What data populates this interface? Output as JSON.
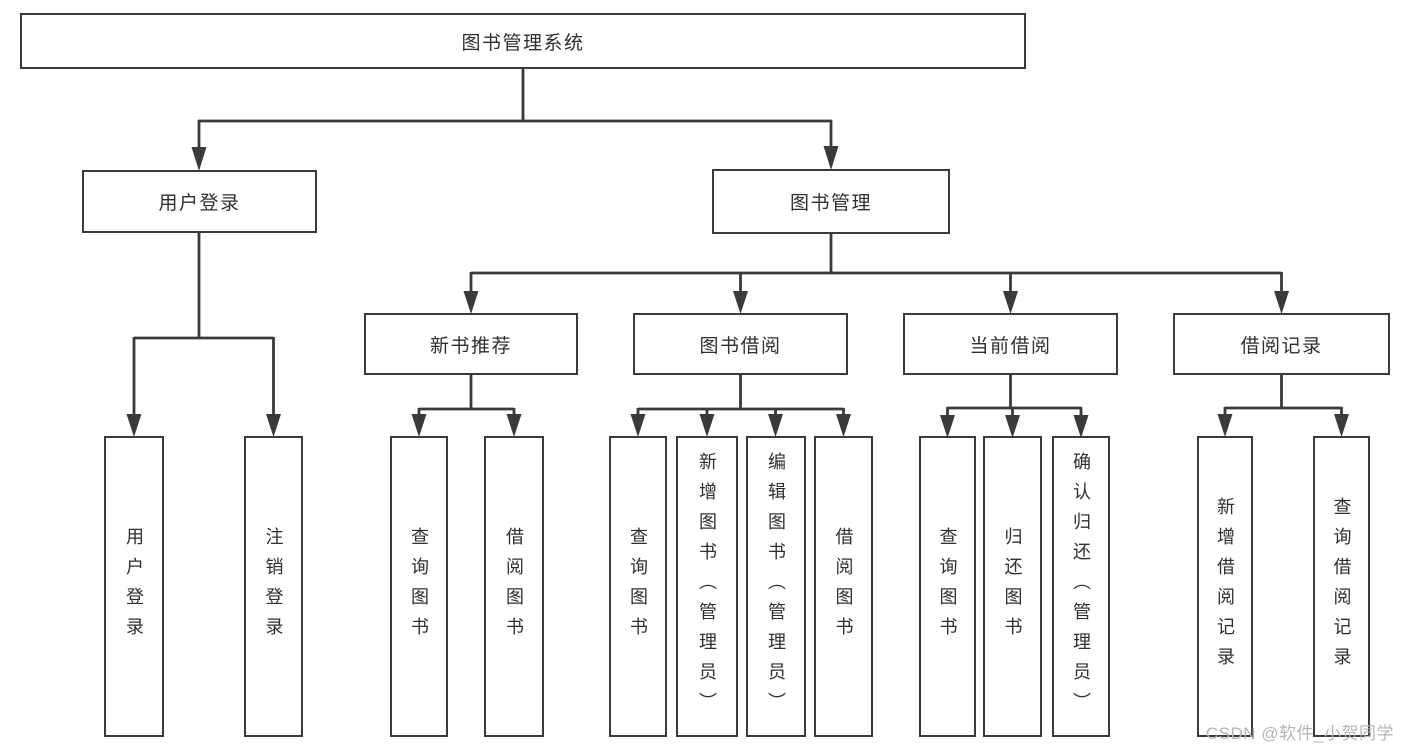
{
  "diagram": {
    "type": "tree",
    "root": {
      "label": "图书管理系统"
    },
    "branches": [
      {
        "label": "用户登录",
        "children": [
          {
            "label": "用户登录"
          },
          {
            "label": "注销登录"
          }
        ]
      },
      {
        "label": "图书管理",
        "children": [
          {
            "label": "新书推荐",
            "children": [
              {
                "label": "查询图书"
              },
              {
                "label": "借阅图书"
              }
            ]
          },
          {
            "label": "图书借阅",
            "children": [
              {
                "label": "查询图书"
              },
              {
                "label": "新增图书（管理员）"
              },
              {
                "label": "编辑图书（管理员）"
              },
              {
                "label": "借阅图书"
              }
            ]
          },
          {
            "label": "当前借阅",
            "children": [
              {
                "label": "查询图书"
              },
              {
                "label": "归还图书"
              },
              {
                "label": "确认归还（管理员）"
              }
            ]
          },
          {
            "label": "借阅记录",
            "children": [
              {
                "label": "新增借阅记录"
              },
              {
                "label": "查询借阅记录"
              }
            ]
          }
        ]
      }
    ]
  },
  "colors": {
    "line": "#3A3A3A",
    "text": "#2F2F2F",
    "background": "#FFFFFF",
    "watermark": "#B5B5B5"
  },
  "watermark": {
    "text": "CSDN @软件_小贺同学"
  }
}
